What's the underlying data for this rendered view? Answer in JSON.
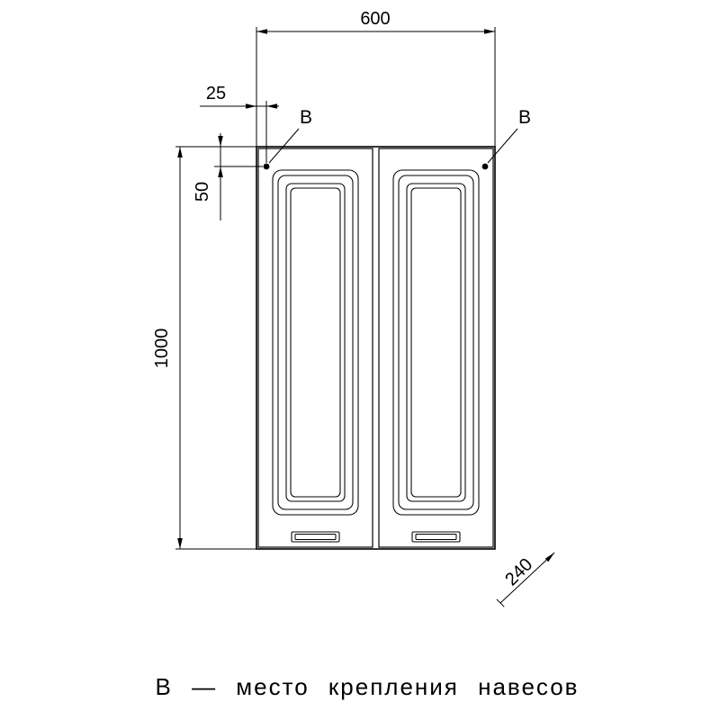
{
  "drawing": {
    "dims": {
      "width": "600",
      "height": "1000",
      "offset_side": "25",
      "offset_top": "50",
      "depth": "240"
    },
    "marker_label": "В",
    "caption": "В — место крепления навесов",
    "colors": {
      "line": "#000000",
      "background": "#ffffff"
    }
  }
}
